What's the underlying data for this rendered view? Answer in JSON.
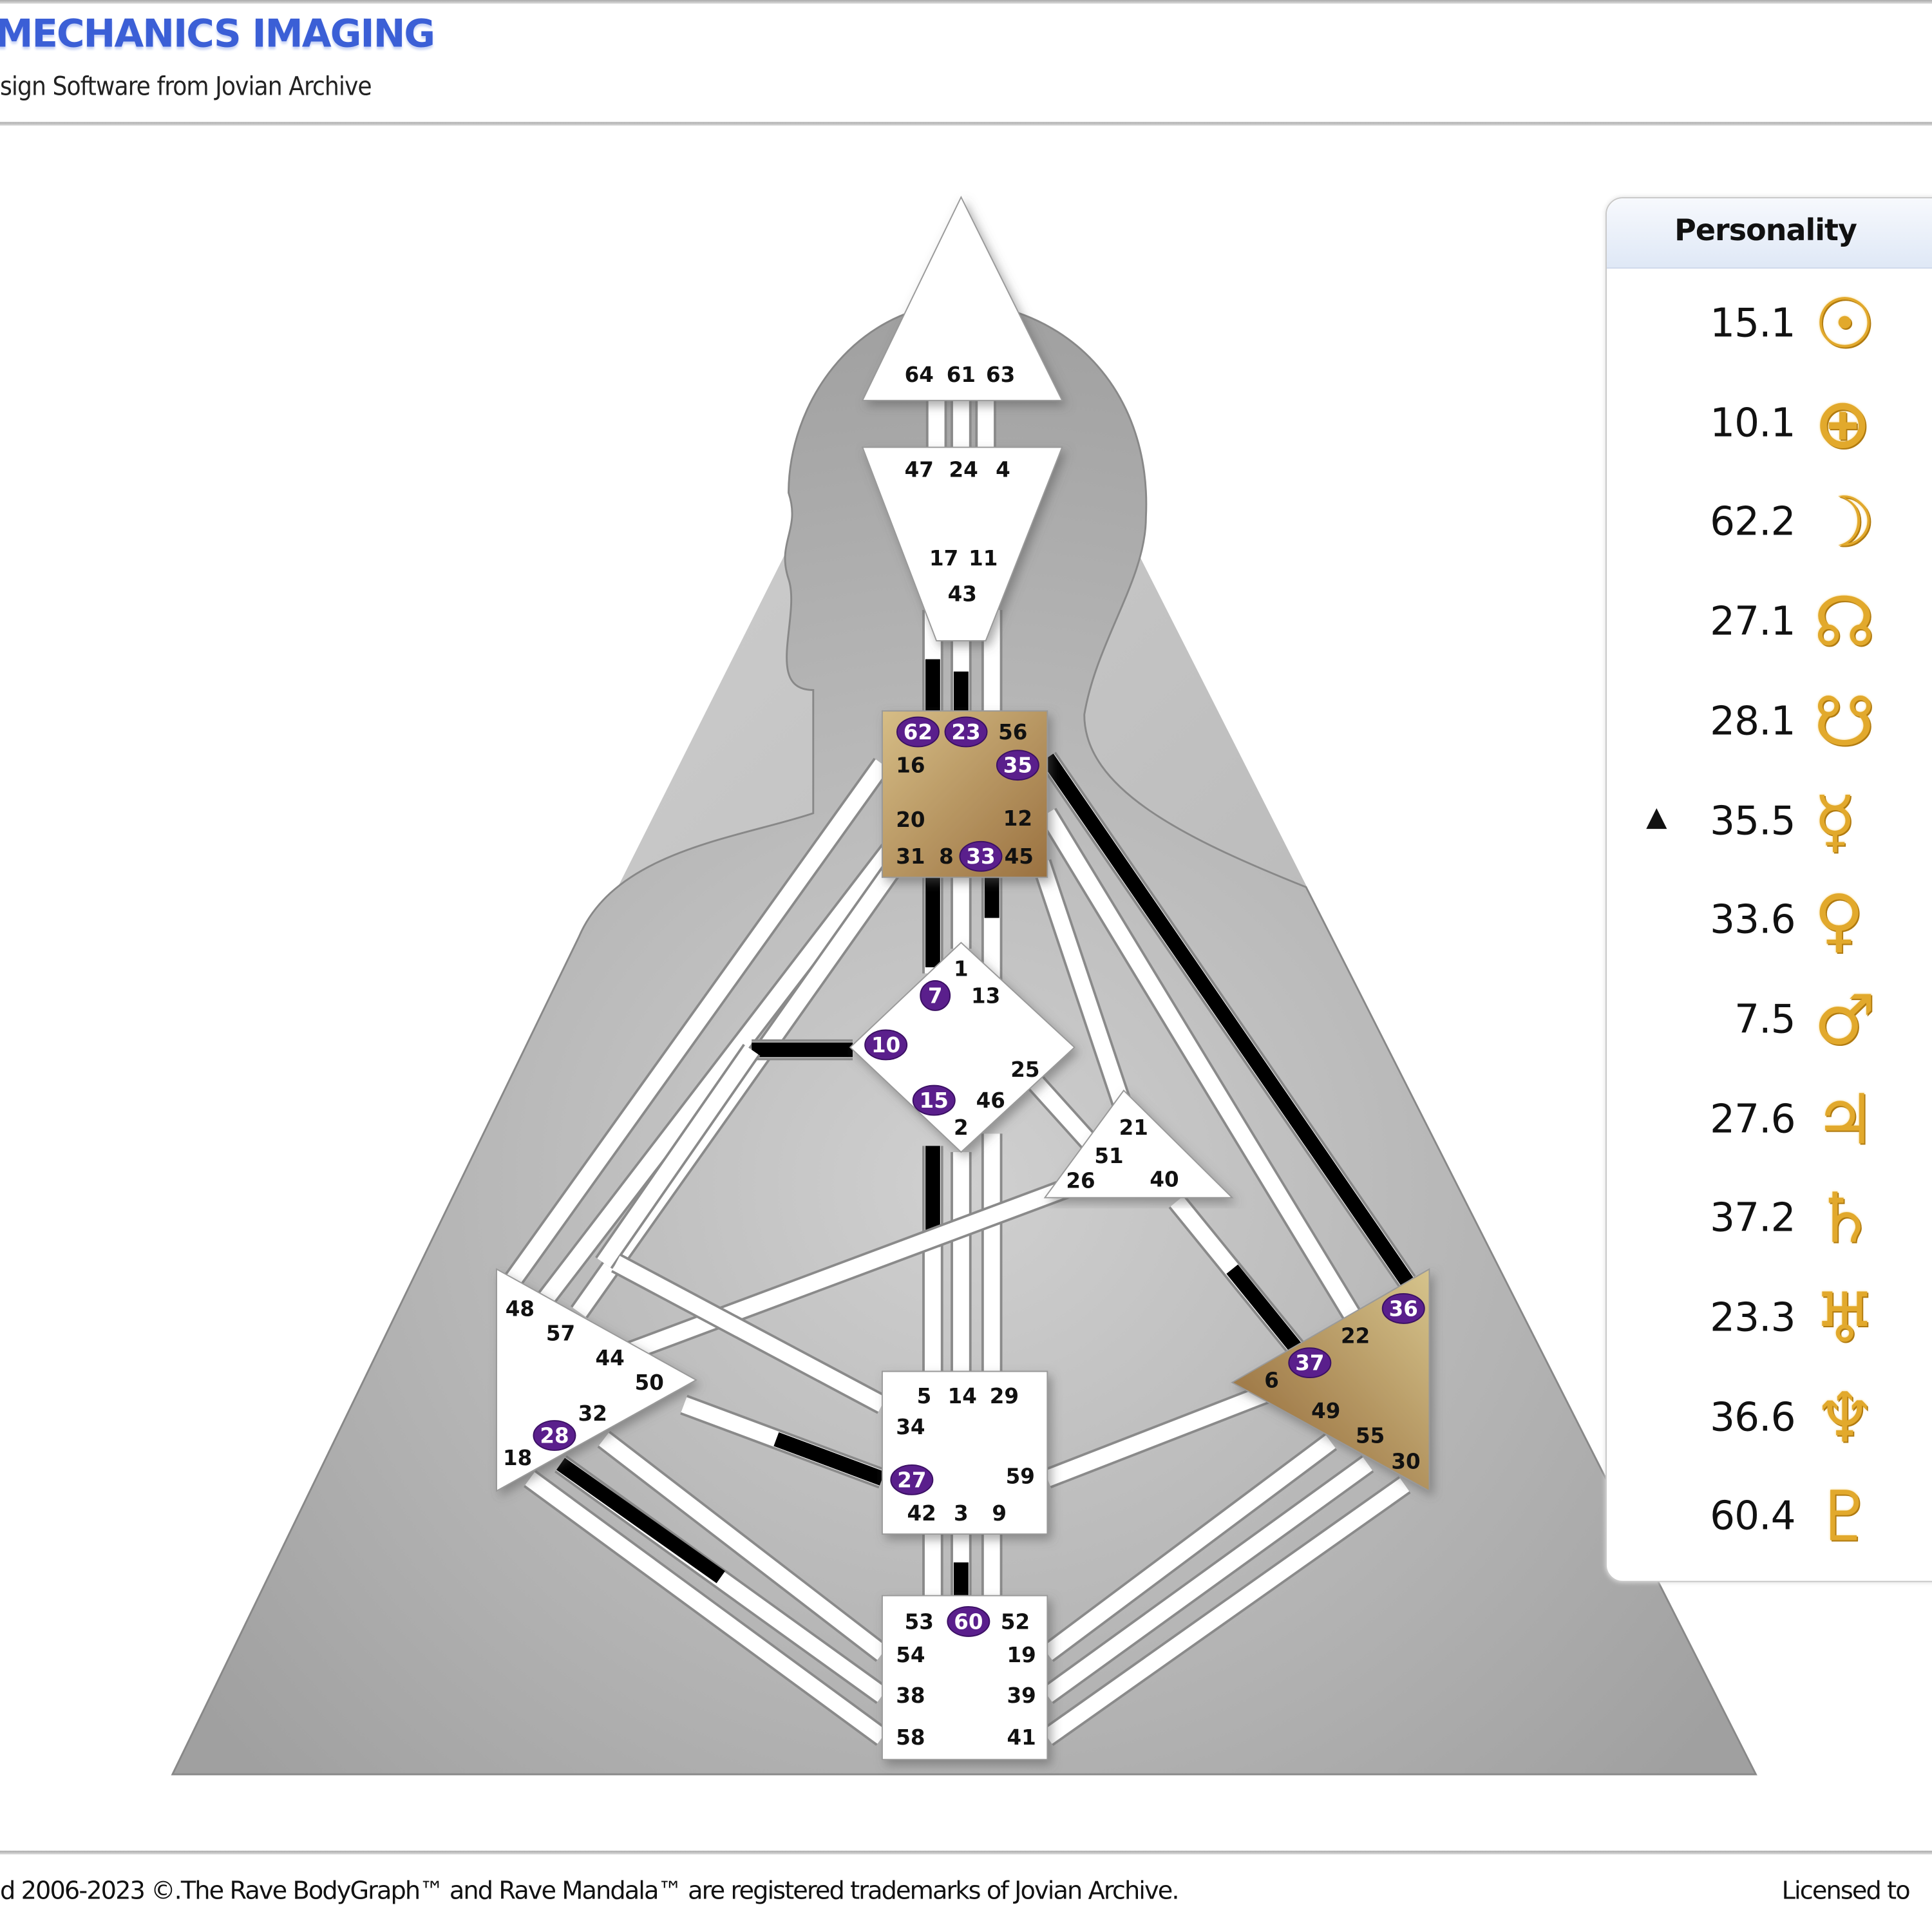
{
  "header": {
    "title": "MECHANICS IMAGING",
    "subtitle": "sign Software from Jovian Archive"
  },
  "footer": {
    "copyright": "d 2006-2023 ©.The Rave BodyGraph™ and Rave Mandala™ are registered trademarks of Jovian Archive.",
    "licensed": "Licensed to"
  },
  "colors": {
    "defined_center": "#b8905a",
    "activation": "#000000",
    "gate_circle": "#5a1f8c",
    "glyph": "#e2a92c",
    "title": "#3b5fd6"
  },
  "personality": {
    "title": "Personality",
    "rows": [
      {
        "value": "15.1",
        "planet": "sun-icon",
        "glyph": "☉"
      },
      {
        "value": "10.1",
        "planet": "earth-icon",
        "glyph": "⊕"
      },
      {
        "value": "62.2",
        "planet": "moon-icon",
        "glyph": "☽"
      },
      {
        "value": "27.1",
        "planet": "north-node-icon",
        "glyph": "☊"
      },
      {
        "value": "28.1",
        "planet": "south-node-icon",
        "glyph": "☋"
      },
      {
        "value": "35.5",
        "planet": "mercury-icon",
        "glyph": "☿",
        "marker": "▲"
      },
      {
        "value": "33.6",
        "planet": "venus-icon",
        "glyph": "♀"
      },
      {
        "value": "7.5",
        "planet": "mars-icon",
        "glyph": "♂"
      },
      {
        "value": "27.6",
        "planet": "jupiter-icon",
        "glyph": "♃"
      },
      {
        "value": "37.2",
        "planet": "saturn-icon",
        "glyph": "♄"
      },
      {
        "value": "23.3",
        "planet": "uranus-icon",
        "glyph": "♅"
      },
      {
        "value": "36.6",
        "planet": "neptune-icon",
        "glyph": "♆"
      },
      {
        "value": "60.4",
        "planet": "pluto-icon",
        "glyph": "♇"
      }
    ]
  },
  "bodygraph": {
    "centers": [
      {
        "name": "head",
        "defined": false,
        "gates": [
          "64",
          "61",
          "63"
        ]
      },
      {
        "name": "ajna",
        "defined": false,
        "gates": [
          "47",
          "24",
          "4",
          "17",
          "11",
          "43"
        ]
      },
      {
        "name": "throat",
        "defined": true,
        "gates": [
          "62",
          "23",
          "56",
          "16",
          "35",
          "20",
          "12",
          "31",
          "8",
          "33",
          "45"
        ]
      },
      {
        "name": "g",
        "defined": false,
        "gates": [
          "1",
          "7",
          "13",
          "10",
          "25",
          "15",
          "46",
          "2"
        ]
      },
      {
        "name": "ego",
        "defined": false,
        "gates": [
          "21",
          "51",
          "26",
          "40"
        ]
      },
      {
        "name": "spleen",
        "defined": false,
        "gates": [
          "48",
          "57",
          "44",
          "50",
          "32",
          "28",
          "18"
        ]
      },
      {
        "name": "solar-plexus",
        "defined": true,
        "gates": [
          "36",
          "22",
          "37",
          "6",
          "49",
          "55",
          "30"
        ]
      },
      {
        "name": "sacral",
        "defined": false,
        "gates": [
          "5",
          "14",
          "29",
          "34",
          "27",
          "59",
          "42",
          "3",
          "9"
        ]
      },
      {
        "name": "root",
        "defined": false,
        "gates": [
          "53",
          "60",
          "52",
          "54",
          "19",
          "38",
          "39",
          "58",
          "41"
        ]
      }
    ],
    "active_gates": [
      "62",
      "23",
      "35",
      "33",
      "7",
      "10",
      "15",
      "36",
      "37",
      "28",
      "27",
      "60"
    ]
  }
}
